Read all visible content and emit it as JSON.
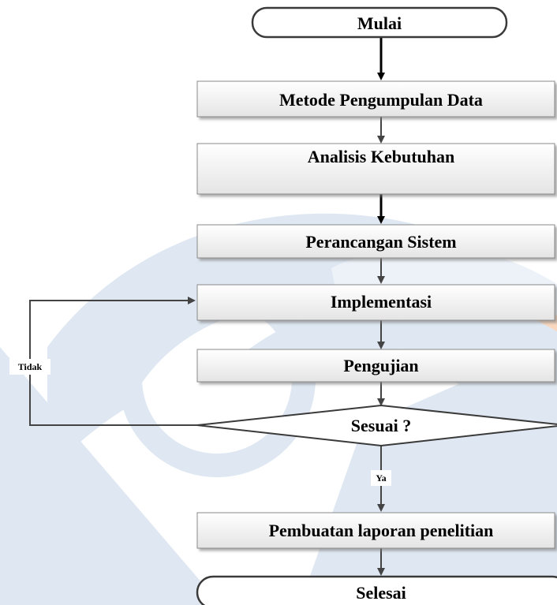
{
  "flowchart": {
    "start": "Mulai",
    "steps": [
      "Metode Pengumpulan Data",
      "Analisis Kebutuhan",
      "Perancangan Sistem",
      "Implementasi",
      "Pengujian"
    ],
    "decision": "Sesuai ?",
    "no_label": "Tidak",
    "yes_label": "Ya",
    "report_step": "Pembuatan laporan penelitian",
    "end": "Selesai"
  },
  "colors": {
    "box_fill_top": "#ffffff",
    "box_fill_bottom": "#e6e6e6",
    "stroke": "#3a3a3a",
    "watermark": "#c5d6e8",
    "watermark_accent": "#f5b98c"
  }
}
